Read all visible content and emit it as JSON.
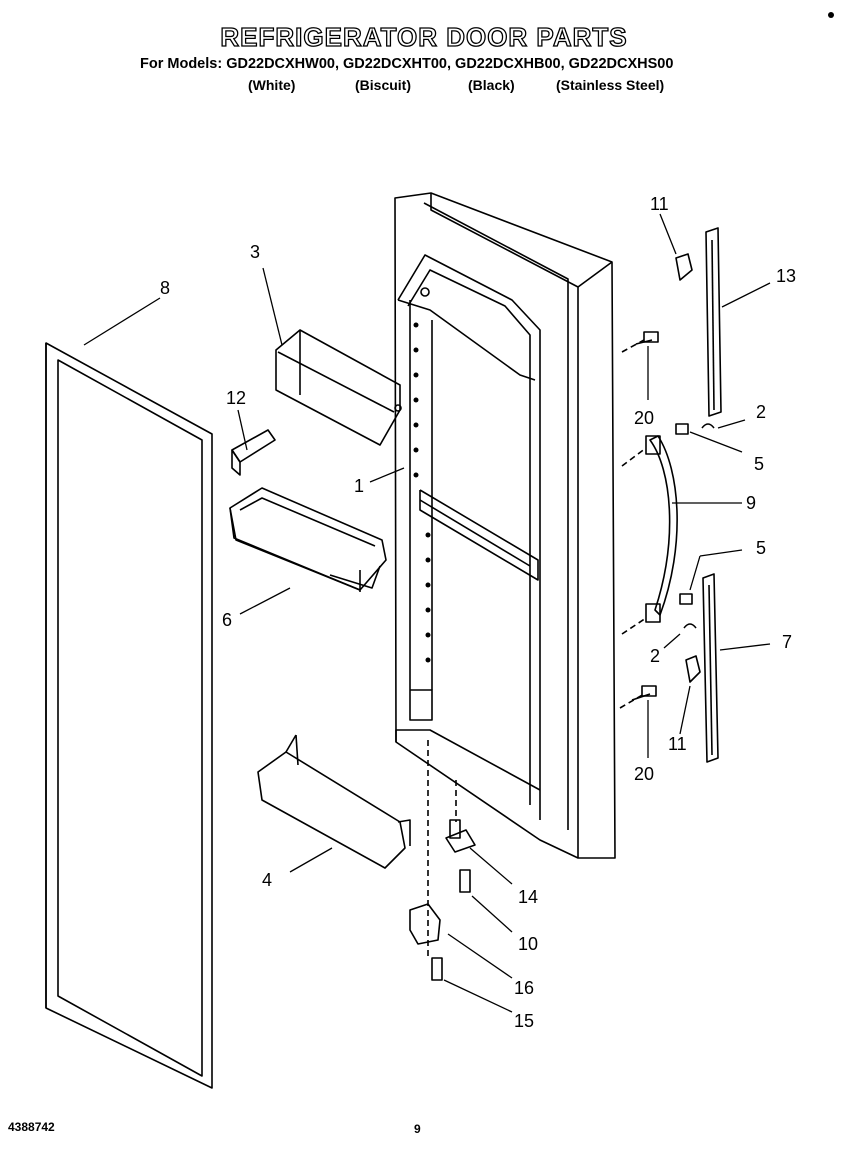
{
  "header": {
    "title": "REFRIGERATOR DOOR PARTS",
    "models_line": "For Models: GD22DCXHW00, GD22DCXHT00, GD22DCXHB00, GD22DCXHS00",
    "colors": [
      "(White)",
      "(Biscuit)",
      "(Black)",
      "(Stainless Steel)"
    ]
  },
  "callouts": {
    "c1": "1",
    "c2a": "2",
    "c2b": "2",
    "c3": "3",
    "c4": "4",
    "c5a": "5",
    "c5b": "5",
    "c6": "6",
    "c7": "7",
    "c8": "8",
    "c9": "9",
    "c10": "10",
    "c11a": "11",
    "c11b": "11",
    "c12": "12",
    "c13": "13",
    "c14": "14",
    "c15": "15",
    "c16": "16",
    "c20a": "20",
    "c20b": "20"
  },
  "footer": {
    "doc_number": "4388742",
    "page_number": "9"
  }
}
